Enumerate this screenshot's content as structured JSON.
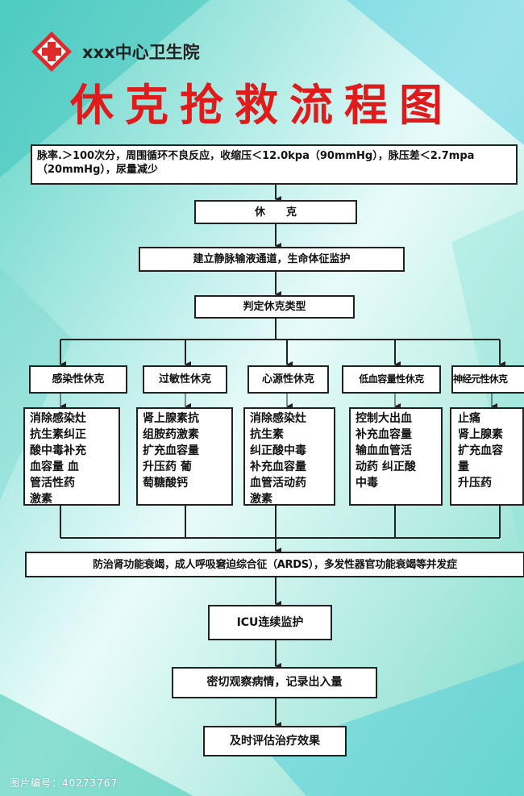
{
  "header": {
    "hospital_name": "xxx中心卫生院",
    "logo": "red-cross-icon"
  },
  "title": "休克抢救流程图",
  "colors": {
    "title": "#e01b1b",
    "logo": "#e02a2a",
    "border": "#222222",
    "bg_teal": "#5fd3c6",
    "bg_light": "#e8fbfa"
  },
  "flow": {
    "criteria": "脉率.＞100次分，周围循环不良反应，收缩压＜12.0kpa（90mmHg），脉压差＜2.7mpa（20mmHg），尿量减少",
    "shock": "休　　克",
    "iv_monitor": "建立静脉输液通道，生命体征监护",
    "classify": "判定休克类型",
    "types": [
      {
        "name": "感染性休克",
        "treatment": "消除感染灶\n抗生素纠正\n酸中毒补充\n血容量 血\n管活性药\n激素"
      },
      {
        "name": "过敏性休克",
        "treatment": "肾上腺素抗\n组胺药激素\n扩充血容量\n升压药 葡\n萄糖酸钙"
      },
      {
        "name": "心源性休克",
        "treatment": "消除感染灶\n抗生素\n纠正酸中毒\n补充血容量\n血管活动药\n激素"
      },
      {
        "name": "低血容量性休克",
        "treatment": "控制大出血\n补充血容量\n输血血管活\n动药 纠正酸\n中毒"
      },
      {
        "name": "神经元性休克",
        "treatment": "止痛\n肾上腺素\n扩充血容\n量\n升压药"
      }
    ],
    "prevent": "防治肾功能衰竭，成人呼吸窘迫综合征（ARDS），多发性器官功能衰竭等并发症",
    "icu": "ICU连续监护",
    "observe": "密切观察病情，记录出入量",
    "evaluate": "及时评估治疗效果"
  },
  "watermark": "图片编号：40273767"
}
